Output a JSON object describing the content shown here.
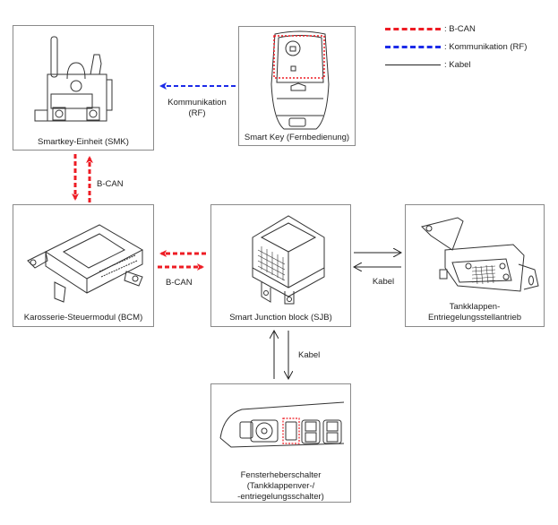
{
  "legend": [
    {
      "style": "dashed",
      "color": "#ee1c24",
      "label": ": B-CAN"
    },
    {
      "style": "dashed",
      "color": "#1c2be8",
      "label": ": Kommunikation (RF)"
    },
    {
      "style": "solid",
      "color": "#222222",
      "label": ": Kabel"
    }
  ],
  "components": {
    "smk": {
      "label": "Smartkey-Einheit (SMK)"
    },
    "smart_key": {
      "label": "Smart Key (Fernbedienung)"
    },
    "bcm": {
      "label": "Karosserie-Steuermodul (BCM)"
    },
    "sjb": {
      "label": "Smart Junction block (SJB)"
    },
    "fuel_actuator": {
      "label_line1": "Tankklappen-",
      "label_line2": "Entriegelungsstellantrieb"
    },
    "window_switch": {
      "label_line1": "Fensterheberschalter",
      "label_line2": "(Tankklappenver-/",
      "label_line3": "-entriegelungsschalter)"
    }
  },
  "connections": {
    "rf": {
      "label_line1": "Kommunikation",
      "label_line2": "(RF)",
      "color": "#1c2be8"
    },
    "smk_bcm": {
      "label": "B-CAN",
      "color": "#ee1c24"
    },
    "bcm_sjb": {
      "label": "B-CAN",
      "color": "#ee1c24"
    },
    "sjb_fuel": {
      "label": "Kabel"
    },
    "sjb_window": {
      "label": "Kabel"
    }
  }
}
